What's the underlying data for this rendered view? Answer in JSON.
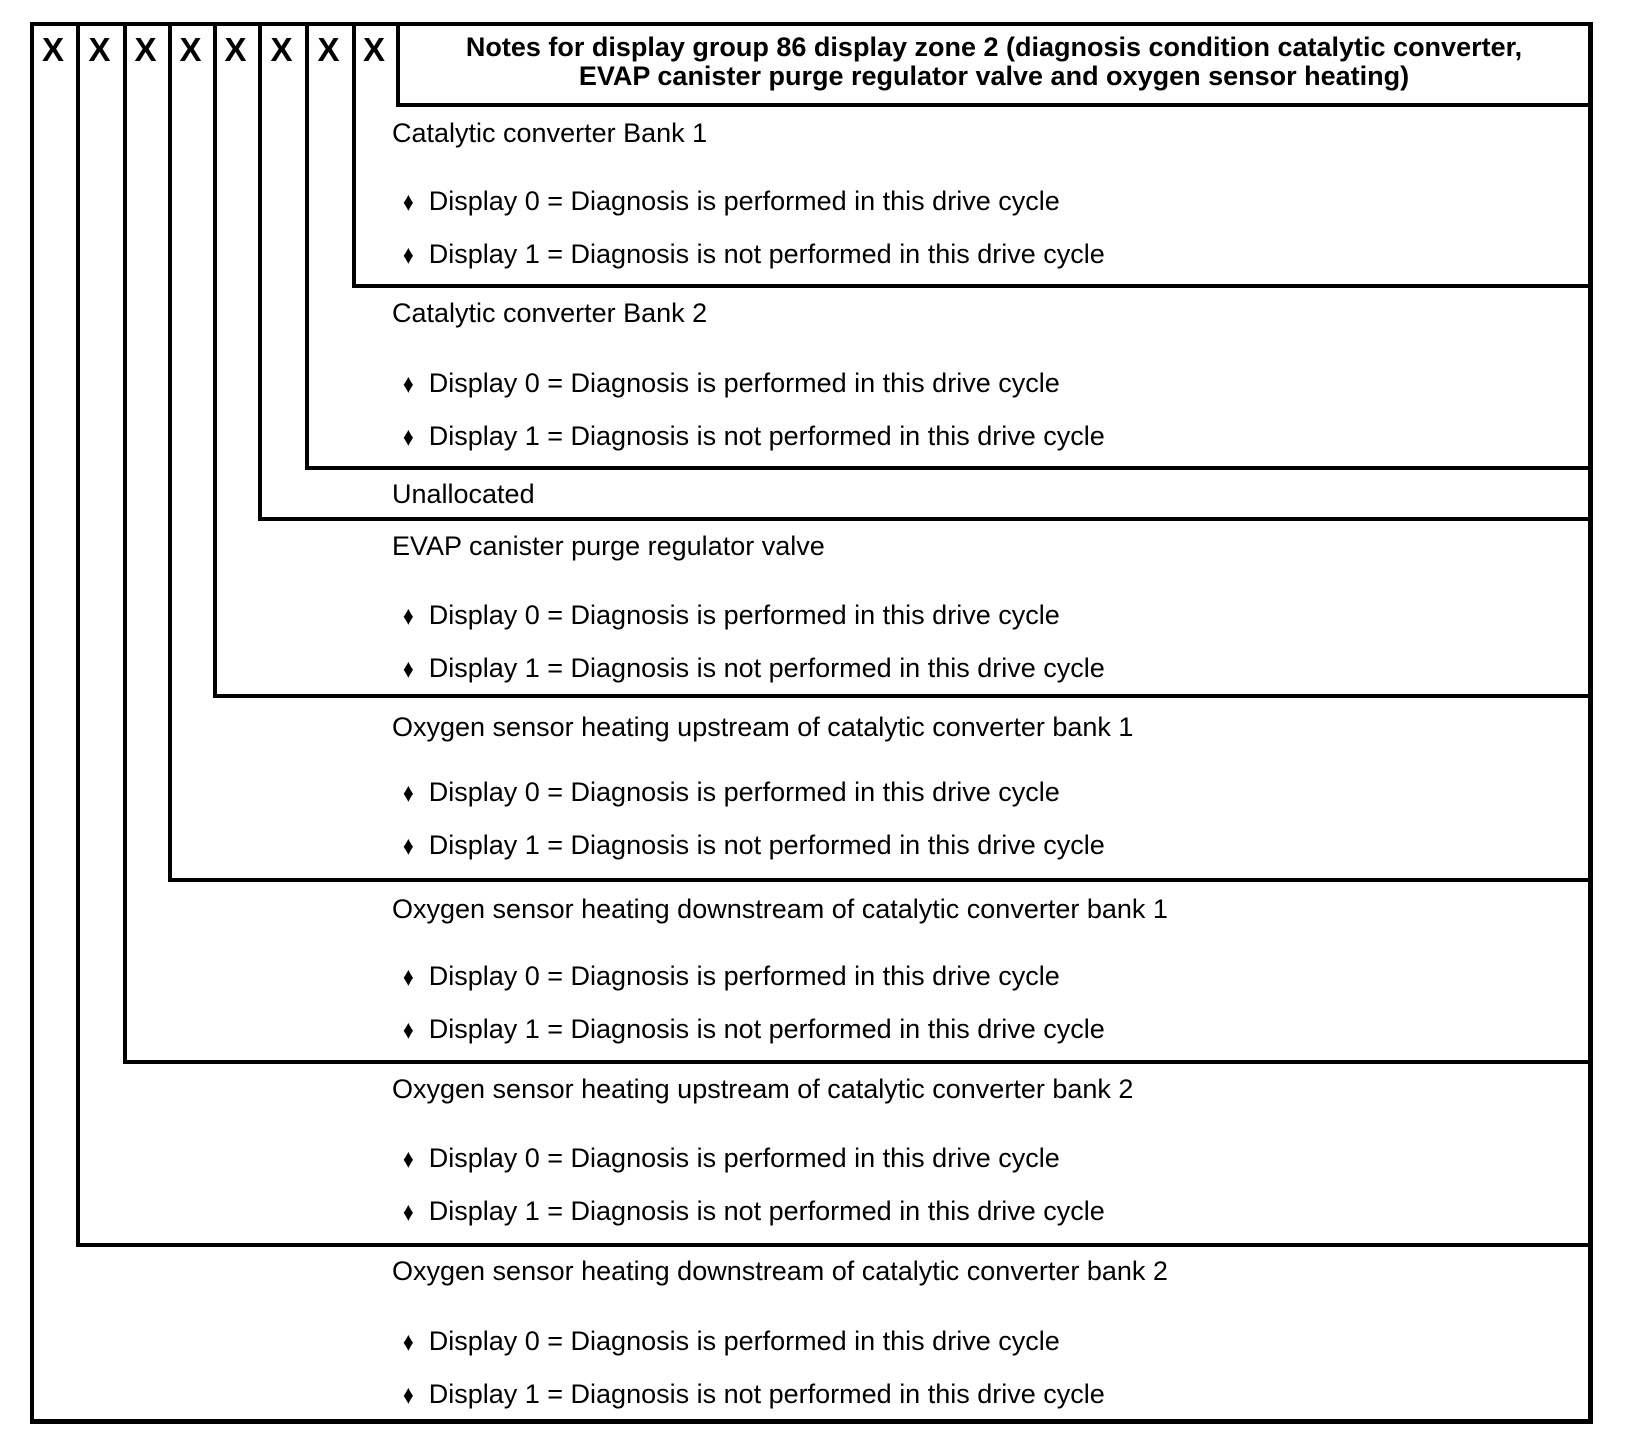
{
  "diagram": {
    "bit_row": {
      "cells": [
        "X",
        "X",
        "X",
        "X",
        "X",
        "X",
        "X",
        "X"
      ]
    },
    "header": {
      "title_line1": "Notes for display group 86 display zone 2 (diagnosis condition catalytic converter,",
      "title_line2": "EVAP canister purge regulator valve and oxygen sensor heating)"
    },
    "bullet_glyph": "♦",
    "colors": {
      "line": "#000000",
      "background": "#ffffff",
      "text": "#000000"
    },
    "sections": [
      {
        "label": "Catalytic converter Bank 1",
        "bullets": [
          "Display 0 = Diagnosis is performed in this drive cycle",
          "Display 1 = Diagnosis is not performed in this drive cycle"
        ]
      },
      {
        "label": "Catalytic converter Bank 2",
        "bullets": [
          "Display 0 = Diagnosis is performed in this drive cycle",
          "Display 1 = Diagnosis is not performed in this drive cycle"
        ]
      },
      {
        "label": "Unallocated",
        "bullets": []
      },
      {
        "label": "EVAP canister purge regulator valve",
        "bullets": [
          "Display 0 = Diagnosis is performed in this drive cycle",
          "Display 1 = Diagnosis is not performed in this drive cycle"
        ]
      },
      {
        "label": "Oxygen sensor heating upstream of catalytic converter bank 1",
        "bullets": [
          "Display 0 = Diagnosis is performed in this drive cycle",
          "Display 1 = Diagnosis is not performed in this drive cycle"
        ]
      },
      {
        "label": "Oxygen sensor heating downstream of catalytic converter bank 1",
        "bullets": [
          "Display 0 = Diagnosis is performed in this drive cycle",
          "Display 1 = Diagnosis is not performed in this drive cycle"
        ]
      },
      {
        "label": "Oxygen sensor heating upstream of catalytic converter bank 2",
        "bullets": [
          "Display 0 = Diagnosis is performed in this drive cycle",
          "Display 1 = Diagnosis is not performed in this drive cycle"
        ]
      },
      {
        "label": "Oxygen sensor heating downstream of catalytic converter bank 2",
        "bullets": [
          "Display 0 = Diagnosis is performed in this drive cycle",
          "Display 1 = Diagnosis is not performed in this drive cycle"
        ]
      }
    ]
  }
}
